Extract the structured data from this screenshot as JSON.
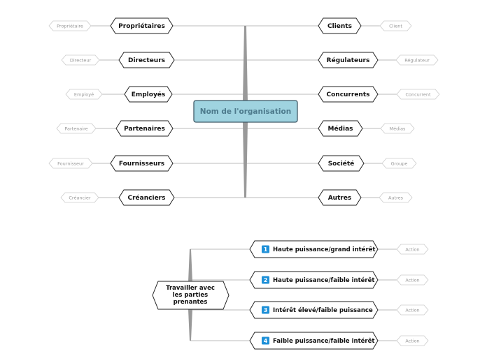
{
  "map1": {
    "central": "Nom de l'organisation",
    "left": [
      {
        "label": "Propriétaires",
        "sub": "Propriétaire"
      },
      {
        "label": "Directeurs",
        "sub": "Directeur"
      },
      {
        "label": "Employés",
        "sub": "Employé"
      },
      {
        "label": "Partenaires",
        "sub": "Partenaire"
      },
      {
        "label": "Fournisseurs",
        "sub": "Fournisseur"
      },
      {
        "label": "Créanciers",
        "sub": "Créancier"
      }
    ],
    "right": [
      {
        "label": "Clients",
        "sub": "Client"
      },
      {
        "label": "Régulateurs",
        "sub": "Régulateur"
      },
      {
        "label": "Concurrents",
        "sub": "Concurrent"
      },
      {
        "label": "Médias",
        "sub": "Médias"
      },
      {
        "label": "Société",
        "sub": "Groupe"
      },
      {
        "label": "Autres",
        "sub": "Autres"
      }
    ]
  },
  "map2": {
    "root": [
      "Travailler avec",
      "les parties",
      "prenantes"
    ],
    "items": [
      {
        "num": "1",
        "label": "Haute puissance/grand intérêt",
        "sub": "Action"
      },
      {
        "num": "2",
        "label": "Haute puissance/faible intérêt",
        "sub": "Action"
      },
      {
        "num": "3",
        "label": "Intérêt élevé/faible puissance",
        "sub": "Action"
      },
      {
        "num": "4",
        "label": "Faible puissance/faible intérêt",
        "sub": "Action"
      }
    ]
  },
  "colors": {
    "central_fill": "#9fd3e0",
    "central_stroke": "#3f5966",
    "badge": "#1e90d8",
    "line": "#bbbbbb",
    "trunk": "#999999"
  }
}
